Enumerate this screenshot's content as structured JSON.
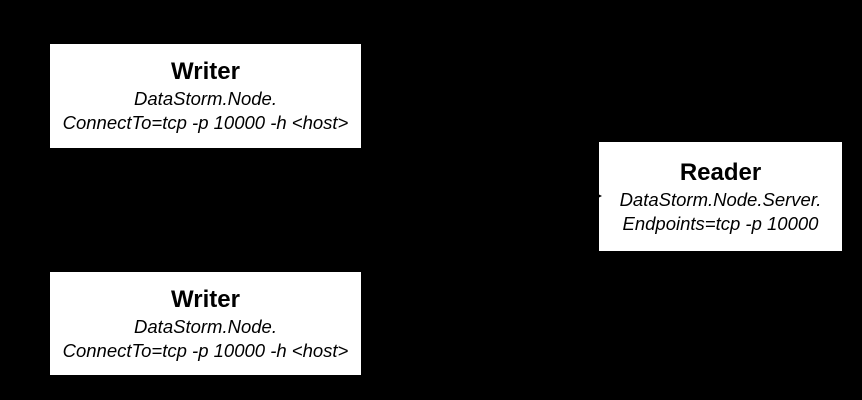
{
  "diagram": {
    "background_color": "#000000",
    "node_fill_color": "#ffffff",
    "node_text_color": "#000000",
    "connector_color": "#000000",
    "nodes": [
      {
        "id": "writer-top",
        "title": "Writer",
        "config_line_1": "DataStorm.Node.",
        "config_line_2": "ConnectTo=tcp -p 10000 -h <host>"
      },
      {
        "id": "writer-bottom",
        "title": "Writer",
        "config_line_1": "DataStorm.Node.",
        "config_line_2": "ConnectTo=tcp -p 10000 -h <host>"
      },
      {
        "id": "reader",
        "title": "Reader",
        "config_line_1": "DataStorm.Node.Server.",
        "config_line_2": "Endpoints=tcp -p 10000"
      }
    ]
  }
}
